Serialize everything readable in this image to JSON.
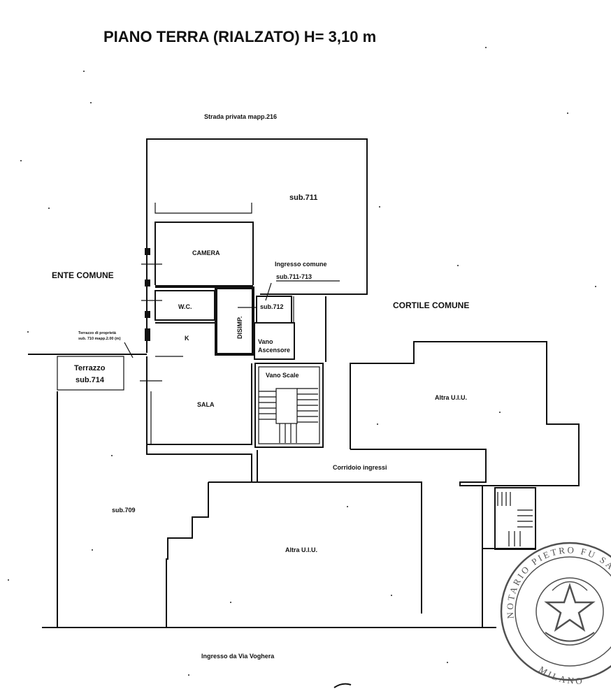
{
  "title": "PIANO TERRA (RIALZATO) H= 3,10 m",
  "labels": {
    "strada": "Strada privata mapp.216",
    "sub711": "sub.711",
    "ente_comune": "ENTE COMUNE",
    "camera": "CAMERA",
    "ingresso_comune_1": "Ingresso comune",
    "ingresso_comune_2": "sub.711-713",
    "sub712": "sub.712",
    "cortile_comune": "CORTILE COMUNE",
    "wc": "W.C.",
    "disimp": "DISIMP.",
    "k": "K",
    "vano_ascensore_1": "Vano",
    "vano_ascensore_2": "Ascensore",
    "terrazzo_proprieta_1": "Terrazzo di proprietà",
    "terrazzo_proprieta_2": "sub. 710 mapp.2.00 (m)",
    "terrazzo_1": "Terrazzo",
    "terrazzo_2": "sub.714",
    "vano_scale": "Vano Scale",
    "altra_uiu_right": "Altra U.I.U.",
    "sala": "SALA",
    "corridoio": "Corridoio ingressi",
    "sub709": "sub.709",
    "altra_uiu_bottom": "Altra U.I.U.",
    "ingresso_via": "Ingresso da Via Voghera"
  }
}
